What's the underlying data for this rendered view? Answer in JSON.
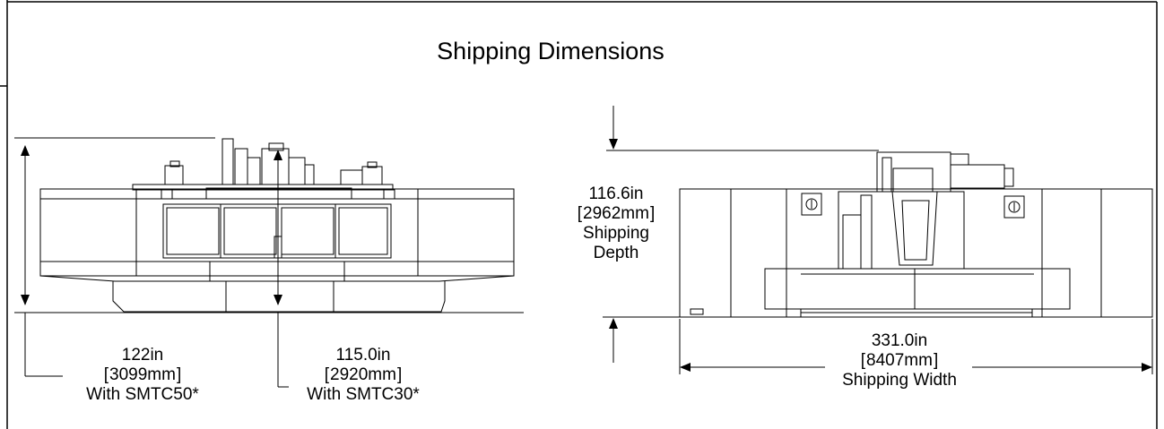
{
  "title": "Shipping Dimensions",
  "left_view": {
    "height_with_smtc50": {
      "value": "122in",
      "metric": "3099mm",
      "note": "With SMTC50*"
    },
    "height_with_smtc30": {
      "value": "115.0in",
      "metric": "2920mm",
      "note": "With SMTC30*"
    }
  },
  "right_view": {
    "depth": {
      "value": "116.6in",
      "metric": "2962mm",
      "caption": "Shipping Depth",
      "caption_line1": "Shipping",
      "caption_line2": "Depth"
    },
    "width": {
      "value": "331.0in",
      "metric": "8407mm",
      "caption": "Shipping Width"
    }
  }
}
